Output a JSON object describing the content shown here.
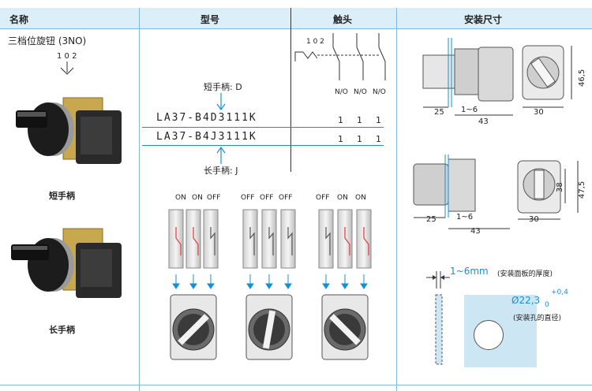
{
  "headers": {
    "name": "名称",
    "model": "型号",
    "contacts": "触头",
    "dimensions": "安装尺寸"
  },
  "product": {
    "title": "三档位旋钮 (3NO)",
    "position_label": "1 0 2",
    "short_handle_label": "短手柄",
    "long_handle_label": "长手柄"
  },
  "model": {
    "short_handle_note": "短手柄: D",
    "long_handle_note": "长手柄: J",
    "rows": [
      {
        "code": "LA37-B4D3111K",
        "c1": "1",
        "c2": "1",
        "c3": "1"
      },
      {
        "code": "LA37-B4J3111K",
        "c1": "1",
        "c2": "1",
        "c3": "1"
      }
    ]
  },
  "contacts": {
    "schema_label": "1 0 2",
    "no1": "N/O",
    "no2": "N/O",
    "no3": "N/O"
  },
  "states": [
    {
      "labels": [
        "ON",
        "ON",
        "OFF"
      ]
    },
    {
      "labels": [
        "OFF",
        "OFF",
        "OFF"
      ]
    },
    {
      "labels": [
        "OFF",
        "ON",
        "ON"
      ]
    }
  ],
  "dims_top": {
    "d25": "25",
    "d1_6": "1~6",
    "d43": "43",
    "d30": "30",
    "d46_5": "46,5"
  },
  "dims_bottom": {
    "d25": "25",
    "d1_6": "1~6",
    "d43": "43",
    "d30": "30",
    "d38": "38",
    "d47_5": "47,5"
  },
  "panel": {
    "thickness": "1~6mm",
    "thickness_note": "(安装面板的厚度)",
    "hole_dia": "Ø22,3",
    "hole_tol_low": "0",
    "hole_tol_high": "+0,4",
    "hole_note": "(安装孔的直径)"
  },
  "colors": {
    "header_bg": "#dceef8",
    "accent": "#1a8fd0",
    "panel_fill": "#cde6f4",
    "contact_red": "#e05050"
  }
}
